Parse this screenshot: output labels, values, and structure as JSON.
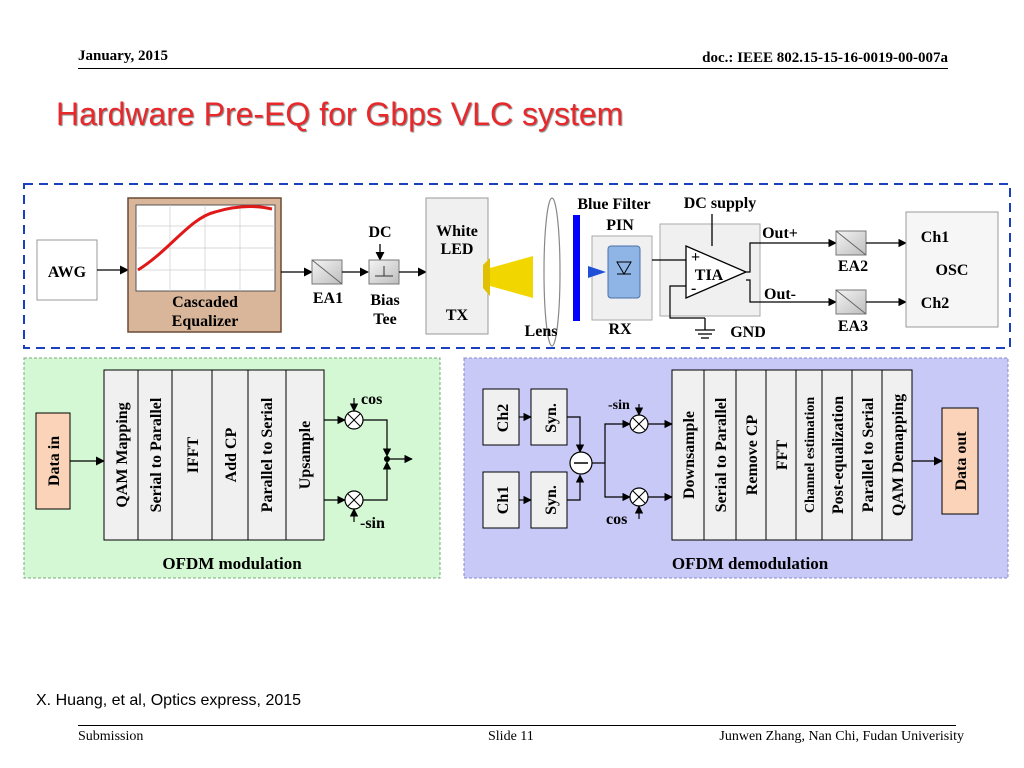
{
  "header": {
    "date": "January, 2015",
    "doc": "doc.: IEEE 802.15-15-16-0019-00-007a"
  },
  "title": "Hardware Pre-EQ for Gbps VLC system",
  "top": {
    "awg": "AWG",
    "equalizer": [
      "Cascaded",
      "Equalizer"
    ],
    "ea1": "EA1",
    "dc": "DC",
    "bias_tee": [
      "Bias",
      "Tee"
    ],
    "white_led": [
      "White",
      "LED"
    ],
    "tx": "TX",
    "lens": "Lens",
    "blue_filter": "Blue Filter",
    "pin": "PIN",
    "rx": "RX",
    "dc_supply": "DC supply",
    "tia": "TIA",
    "plus": "+",
    "minus": "-",
    "out_plus": "Out+",
    "out_minus": "Out-",
    "gnd": "GND",
    "ea2": "EA2",
    "ea3": "EA3",
    "ch1": "Ch1",
    "osc": "OSC",
    "ch2": "Ch2"
  },
  "mod": {
    "data_in": "Data in",
    "blocks": [
      "QAM Mapping",
      "Serial to Parallel",
      "IFFT",
      "Add CP",
      "Parallel to Serial",
      "Upsample"
    ],
    "cos": "cos",
    "sin": "-sin",
    "label": "OFDM modulation"
  },
  "demod": {
    "ch2": "Ch2",
    "ch1": "Ch1",
    "syn": "Syn.",
    "sin": "-sin",
    "cos": "cos",
    "blocks": [
      "Downsample",
      "Serial to Parallel",
      "Remove CP",
      "FFT",
      "Channel estimation",
      "Post-equalization",
      "Parallel to Serial",
      "QAM Demapping"
    ],
    "data_out": "Data out",
    "label": "OFDM demodulation"
  },
  "citation": "X. Huang, et al, Optics express, 2015",
  "footer": {
    "left": "Submission",
    "center": "Slide 11",
    "right": "Junwen Zhang, Nan Chi, Fudan Univerisity"
  },
  "colors": {
    "title": "#e8282b",
    "mod_panel": "#d4f7d4",
    "demod_panel": "#c9c9f7",
    "io_box": "#fbd3b8",
    "equalizer": "#d9b69a",
    "filter": "#0000ff",
    "led_beam": "#f2d600"
  }
}
